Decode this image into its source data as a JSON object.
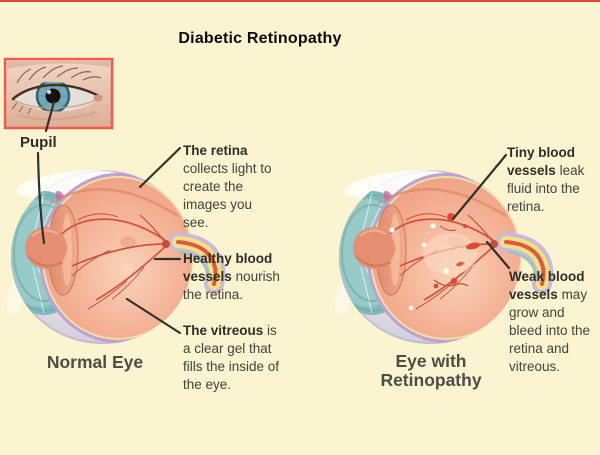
{
  "title": "Diabetic Retinopathy",
  "inset": {
    "label": "Pupil"
  },
  "labels": {
    "retina": {
      "bold": "The retina",
      "rest": " collects light to create the images you see."
    },
    "healthy": {
      "bold": "Healthy blood vessels",
      "rest": " nourish the retina."
    },
    "vitreous": {
      "bold": "The vitreous",
      "rest": " is a clear gel that fills the inside of the eye."
    },
    "tiny": {
      "bold": "Tiny blood vessels",
      "rest": " leak fluid into the retina."
    },
    "weak": {
      "bold": "Weak blood vessels",
      "rest": " may grow and bleed into the retina and vitreous."
    }
  },
  "captions": {
    "normal": "Normal Eye",
    "retinopathy": "Eye with Retinopathy"
  },
  "palette": {
    "background": "#FBF4D1",
    "top_border": "#E0473B",
    "inset_border": "#F05B4D",
    "leader_line": "#34302B",
    "text": "#45413B",
    "text_bold": "#2F2C27",
    "title_text": "#0B0B0B",
    "sclera_gray": "#DDDAE4",
    "cornea_teal": "#8FC2C2",
    "choroid_purple": "#C3A3D3",
    "vitreous_salmon": "#F2A98B",
    "lens_salmon": "#E68F72",
    "vessel_red": "#CE5440",
    "nerve_yellow": "#F3E380",
    "nerve_red": "#E15745",
    "hemorrhage_red": "#DD4B38",
    "iris_blue": "#74A9BA"
  }
}
